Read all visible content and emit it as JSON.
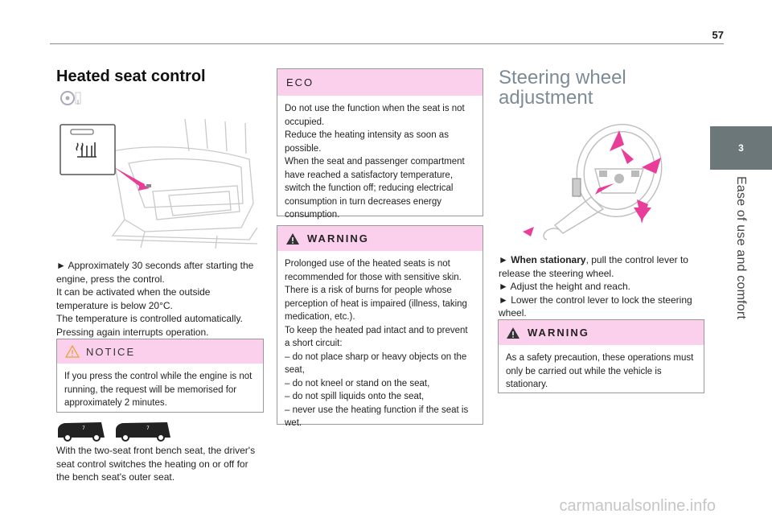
{
  "page": {
    "number": "57",
    "chapter_number": "3",
    "chapter_title": "Ease of use and comfort",
    "watermark": "carmanualsonline.info"
  },
  "col1": {
    "title": "Heated seat control",
    "paragraph": [
      "► Approximately 30 seconds after starting the engine, press the control.",
      "It can be activated when the outside temperature is below 20°C.",
      "The temperature is controlled automatically.",
      "Pressing again interrupts operation."
    ],
    "notice": {
      "label": "NOTICE",
      "text": "If you press the control while the engine is not running, the request will be memorised for approximately 2 minutes."
    },
    "vehicles": {
      "van1_badge": "7",
      "van2_badge": "7"
    },
    "bottom_text": "With the two-seat front bench seat, the driver's seat control switches the heating on or off for the bench seat's outer seat."
  },
  "col2": {
    "eco": {
      "label": "ECO",
      "lines": [
        "Do not use the function when the seat is not occupied.",
        "Reduce the heating intensity as soon as possible.",
        "When the seat and passenger compartment have reached a satisfactory temperature, switch the function off; reducing electrical consumption in turn decreases energy consumption."
      ]
    },
    "warning": {
      "label": "WARNING",
      "lines": [
        "Prolonged use of the heated seats is not recommended for those with sensitive skin.",
        "There is a risk of burns for people whose perception of heat is impaired (illness, taking medication, etc.).",
        "To keep the heated pad intact and to prevent a short circuit:",
        "– do not place sharp or heavy objects on the seat,",
        "– do not kneel or stand on the seat,",
        "– do not spill liquids onto the seat,",
        "– never use the heating function if the seat is wet."
      ]
    }
  },
  "col3": {
    "title": "Steering wheel adjustment",
    "step1_bold": "When stationary",
    "step1_rest": ", pull the control lever to release the steering wheel.",
    "step2": "► Adjust the height and reach.",
    "step3": "► Lower the control lever to lock the steering wheel.",
    "warning": {
      "label": "WARNING",
      "text": "As a safety precaution, these operations must only be carried out while the vehicle is stationary."
    }
  },
  "colors": {
    "pink_header": "#fbd0ec",
    "arrow_pink": "#e83e9a",
    "tab_grey": "#6b7778",
    "title_blue_grey": "#7c8b96"
  }
}
